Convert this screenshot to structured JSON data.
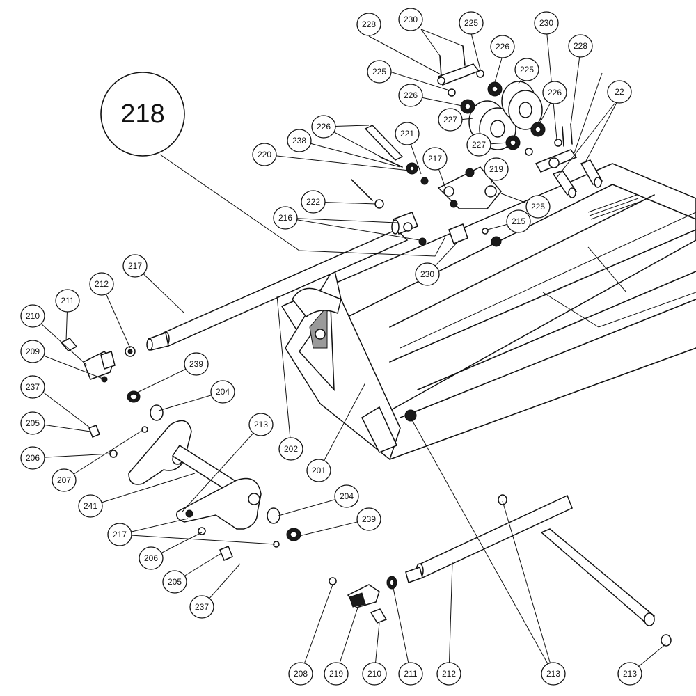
{
  "featured_callout": {
    "label": "218"
  },
  "callouts": [
    {
      "id": "c1",
      "label": "228"
    },
    {
      "id": "c2",
      "label": "230"
    },
    {
      "id": "c3",
      "label": "225"
    },
    {
      "id": "c4",
      "label": "225"
    },
    {
      "id": "c5",
      "label": "226"
    },
    {
      "id": "c6",
      "label": "230"
    },
    {
      "id": "c7",
      "label": "228"
    },
    {
      "id": "c8",
      "label": "22"
    },
    {
      "id": "c9",
      "label": "225"
    },
    {
      "id": "c10",
      "label": "226"
    },
    {
      "id": "c11",
      "label": "227"
    },
    {
      "id": "c12",
      "label": "226"
    },
    {
      "id": "c13",
      "label": "227"
    },
    {
      "id": "c14",
      "label": "226"
    },
    {
      "id": "c15",
      "label": "221"
    },
    {
      "id": "c16",
      "label": "238"
    },
    {
      "id": "c17",
      "label": "220"
    },
    {
      "id": "c18",
      "label": "217"
    },
    {
      "id": "c19",
      "label": "219"
    },
    {
      "id": "c20",
      "label": "225"
    },
    {
      "id": "c21",
      "label": "222"
    },
    {
      "id": "c22",
      "label": "216"
    },
    {
      "id": "c23",
      "label": "215"
    },
    {
      "id": "c24",
      "label": "230"
    },
    {
      "id": "c25",
      "label": "217"
    },
    {
      "id": "c26",
      "label": "212"
    },
    {
      "id": "c27",
      "label": "211"
    },
    {
      "id": "c28",
      "label": "210"
    },
    {
      "id": "c29",
      "label": "209"
    },
    {
      "id": "c30",
      "label": "218"
    },
    {
      "id": "c31",
      "label": "239"
    },
    {
      "id": "c32",
      "label": "237"
    },
    {
      "id": "c33",
      "label": "204"
    },
    {
      "id": "c34",
      "label": "205"
    },
    {
      "id": "c35",
      "label": "213"
    },
    {
      "id": "c36",
      "label": "206"
    },
    {
      "id": "c37",
      "label": "202"
    },
    {
      "id": "c38",
      "label": "207"
    },
    {
      "id": "c39",
      "label": "201"
    },
    {
      "id": "c40",
      "label": "241"
    },
    {
      "id": "c41",
      "label": "204"
    },
    {
      "id": "c42",
      "label": "239"
    },
    {
      "id": "c43",
      "label": "217"
    },
    {
      "id": "c44",
      "label": "206"
    },
    {
      "id": "c45",
      "label": "205"
    },
    {
      "id": "c46",
      "label": "237"
    },
    {
      "id": "c47",
      "label": "208"
    },
    {
      "id": "c48",
      "label": "219"
    },
    {
      "id": "c49",
      "label": "210"
    },
    {
      "id": "c50",
      "label": "211"
    },
    {
      "id": "c51",
      "label": "212"
    },
    {
      "id": "c52",
      "label": "213"
    },
    {
      "id": "c53",
      "label": "213"
    }
  ]
}
